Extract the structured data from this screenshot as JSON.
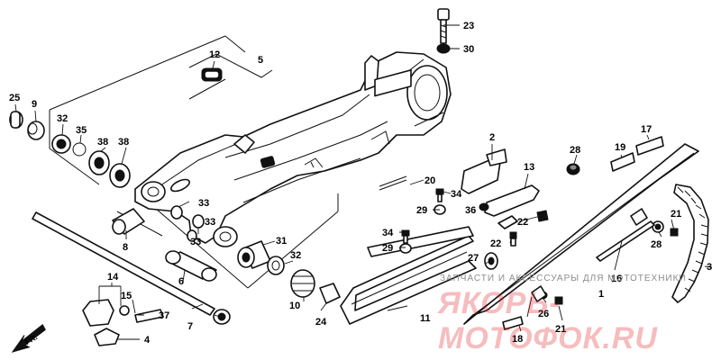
{
  "callouts": {
    "c1": "1",
    "c2": "2",
    "c3": "3",
    "c4": "4",
    "c5": "5",
    "c6": "6",
    "c7": "7",
    "c8": "8",
    "c9": "9",
    "c10": "10",
    "c11": "11",
    "c12": "12",
    "c13": "13",
    "c14": "14",
    "c15": "15",
    "c16": "16",
    "c17": "17",
    "c18": "18",
    "c19": "19",
    "c20": "20",
    "c21a": "21",
    "c21b": "21",
    "c22a": "22",
    "c22b": "22",
    "c23": "23",
    "c24": "24",
    "c25": "25",
    "c26": "26",
    "c27": "27",
    "c28a": "28",
    "c28b": "28",
    "c29a": "29",
    "c29b": "29",
    "c30": "30",
    "c31": "31",
    "c32a": "32",
    "c32b": "32",
    "c33a": "33",
    "c33b": "33",
    "c33c": "33",
    "c34a": "34",
    "c34b": "34",
    "c35": "35",
    "c36": "36",
    "c37": "37",
    "c38a": "38",
    "c38b": "38"
  },
  "front_marker": "FR.",
  "watermark": {
    "tagline": "ЗАПЧАСТИ И АКСЕССУАРЫ ДЛЯ МОТОТЕХНИКИ",
    "logo": "ЯКОРЬ-МОТОФОК.RU"
  },
  "colors": {
    "lines": "#111111",
    "background": "#ffffff",
    "watermark_red": "#e2141b"
  }
}
